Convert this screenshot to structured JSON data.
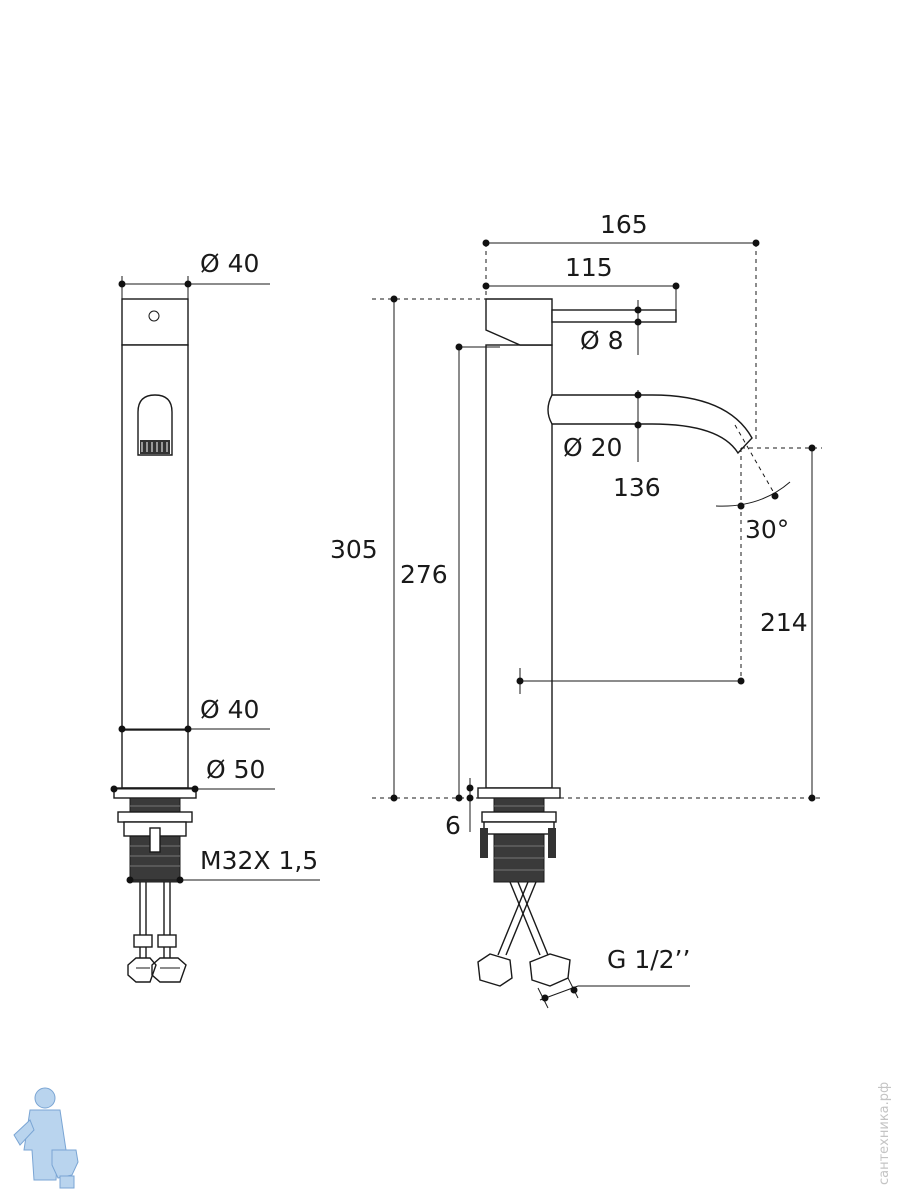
{
  "dimensions": {
    "front_top_diameter": "Ø 40",
    "front_bottom_diameter": "Ø 40",
    "front_base_diameter": "Ø 50",
    "thread": "M32X 1,5",
    "total_reach": "165",
    "handle_length": "115",
    "handle_diameter": "Ø 8",
    "spout_diameter": "Ø 20",
    "spout_height_label": "136",
    "angle": "30°",
    "total_height": "305",
    "body_height": "276",
    "spout_clearance": "214",
    "base_thickness": "6",
    "connection": "G 1/2’’"
  },
  "watermark": "сантехника.рф",
  "colors": {
    "line": "#1a1a1a",
    "logo": "#b9d4ee"
  }
}
